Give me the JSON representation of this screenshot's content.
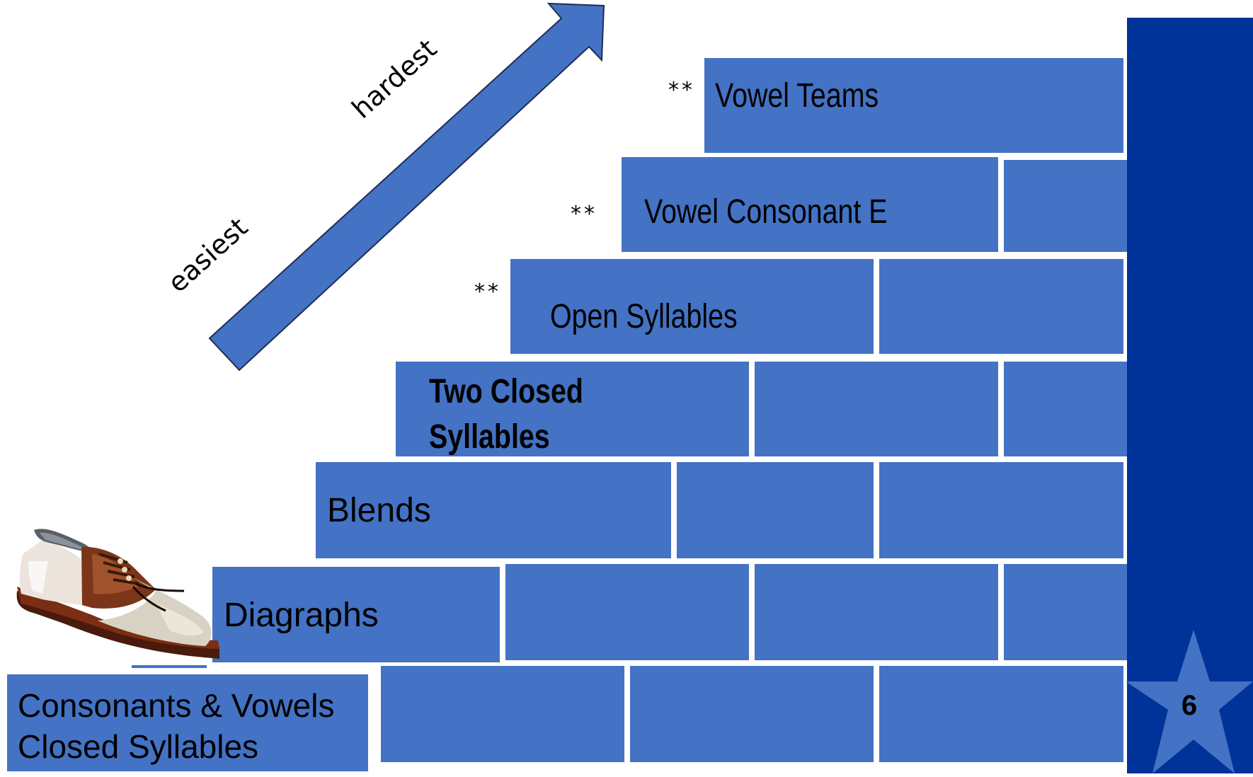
{
  "colors": {
    "brick": "#4472c4",
    "right_bar": "#003399",
    "star": "#4472c4"
  },
  "arrow": {
    "start_label": "easiest",
    "end_label": "hardest"
  },
  "steps": {
    "vowel_teams": {
      "label": "Vowel Teams",
      "marker": "**"
    },
    "vce": {
      "label": "Vowel Consonant E",
      "marker": "**"
    },
    "open": {
      "label": "Open Syllables",
      "marker": "**"
    },
    "two_closed": {
      "line1": "Two Closed",
      "line2": "Syllables"
    },
    "blends": {
      "label": "Blends"
    },
    "diagraphs": {
      "label": "Diagraphs"
    },
    "base": {
      "line1": "Consonants & Vowels",
      "line2": "Closed Syllables"
    }
  },
  "badge": {
    "number": "6",
    "icon": "star-icon"
  },
  "illustration": {
    "icon": "saddle-shoe-icon"
  }
}
